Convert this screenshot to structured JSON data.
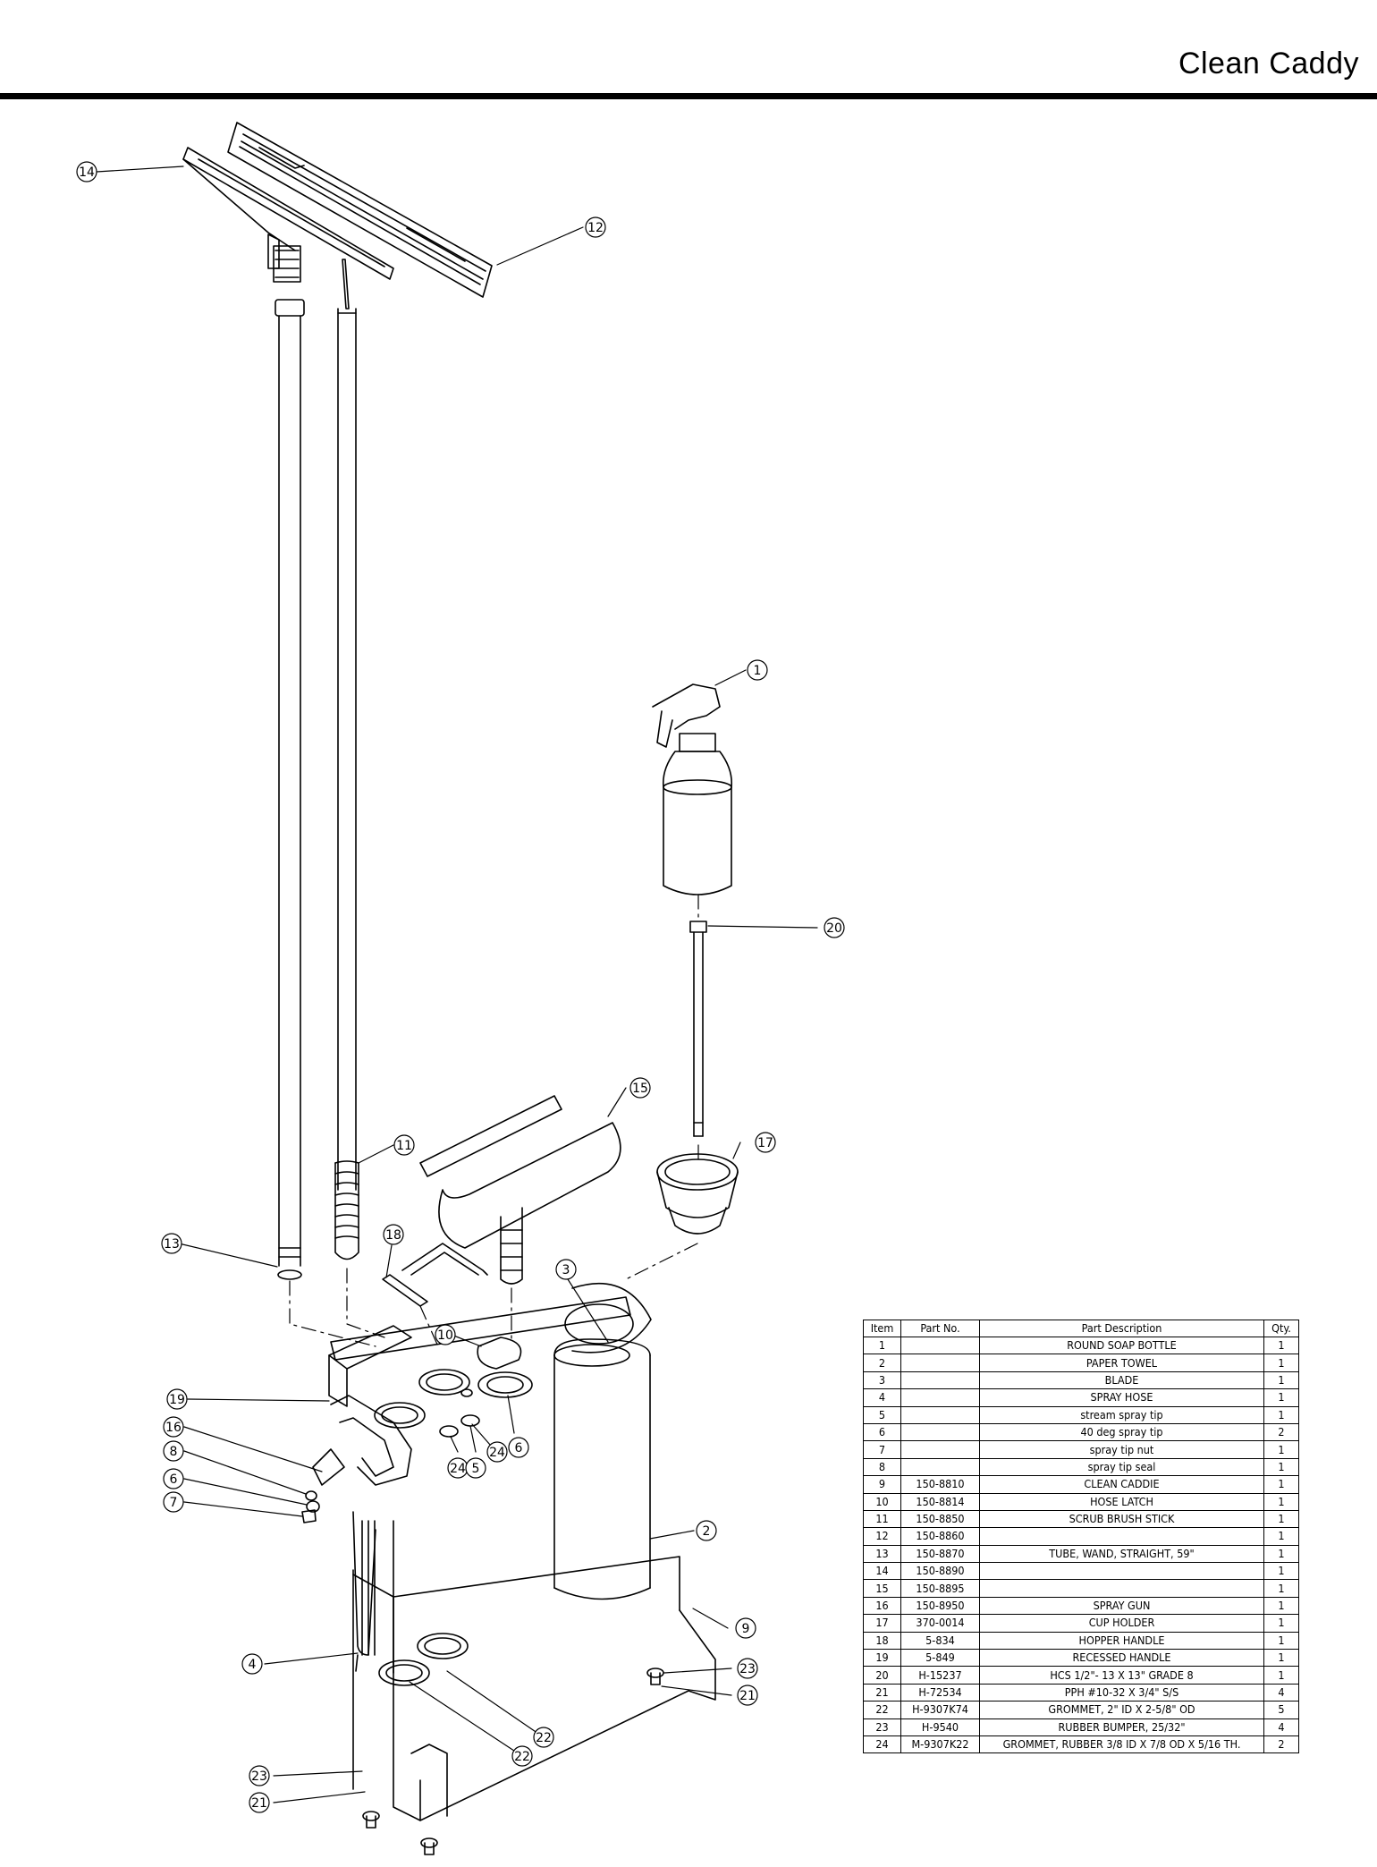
{
  "header": {
    "title": "Clean Caddy"
  },
  "callouts": [
    {
      "n": "14"
    },
    {
      "n": "12"
    },
    {
      "n": "1"
    },
    {
      "n": "20"
    },
    {
      "n": "15"
    },
    {
      "n": "11"
    },
    {
      "n": "17"
    },
    {
      "n": "18"
    },
    {
      "n": "13"
    },
    {
      "n": "3"
    },
    {
      "n": "10"
    },
    {
      "n": "19"
    },
    {
      "n": "16"
    },
    {
      "n": "8"
    },
    {
      "n": "6"
    },
    {
      "n": "7"
    },
    {
      "n": "24"
    },
    {
      "n": "5"
    },
    {
      "n": "24"
    },
    {
      "n": "6"
    },
    {
      "n": "2"
    },
    {
      "n": "9"
    },
    {
      "n": "4"
    },
    {
      "n": "23"
    },
    {
      "n": "21"
    },
    {
      "n": "22"
    },
    {
      "n": "22"
    },
    {
      "n": "23"
    },
    {
      "n": "21"
    }
  ],
  "bom": {
    "headers": [
      "Item",
      "Part No.",
      "Part Description",
      "Qty."
    ],
    "rows": [
      [
        "1",
        "",
        "ROUND SOAP BOTTLE",
        "1"
      ],
      [
        "2",
        "",
        "PAPER TOWEL",
        "1"
      ],
      [
        "3",
        "",
        "BLADE",
        "1"
      ],
      [
        "4",
        "",
        "SPRAY HOSE",
        "1"
      ],
      [
        "5",
        "",
        "stream spray tip",
        "1"
      ],
      [
        "6",
        "",
        "40 deg spray tip",
        "2"
      ],
      [
        "7",
        "",
        "spray tip nut",
        "1"
      ],
      [
        "8",
        "",
        "spray tip seal",
        "1"
      ],
      [
        "9",
        "150-8810",
        "CLEAN CADDIE",
        "1"
      ],
      [
        "10",
        "150-8814",
        "HOSE LATCH",
        "1"
      ],
      [
        "11",
        "150-8850",
        "SCRUB BRUSH STICK",
        "1"
      ],
      [
        "12",
        "150-8860",
        "",
        "1"
      ],
      [
        "13",
        "150-8870",
        "TUBE, WAND, STRAIGHT, 59\"",
        "1"
      ],
      [
        "14",
        "150-8890",
        "",
        "1"
      ],
      [
        "15",
        "150-8895",
        "",
        "1"
      ],
      [
        "16",
        "150-8950",
        "SPRAY GUN",
        "1"
      ],
      [
        "17",
        "370-0014",
        "CUP HOLDER",
        "1"
      ],
      [
        "18",
        "5-834",
        "HOPPER HANDLE",
        "1"
      ],
      [
        "19",
        "5-849",
        "RECESSED HANDLE",
        "1"
      ],
      [
        "20",
        "H-15237",
        "HCS 1/2\"- 13 X 13\" GRADE 8",
        "1"
      ],
      [
        "21",
        "H-72534",
        "PPH #10-32 X 3/4\" S/S",
        "4"
      ],
      [
        "22",
        "H-9307K74",
        "GROMMET, 2\" ID X 2-5/8\" OD",
        "5"
      ],
      [
        "23",
        "H-9540",
        "RUBBER BUMPER, 25/32\"",
        "4"
      ],
      [
        "24",
        "M-9307K22",
        "GROMMET, RUBBER 3/8 ID X 7/8 OD X 5/16 TH.",
        "2"
      ]
    ]
  }
}
